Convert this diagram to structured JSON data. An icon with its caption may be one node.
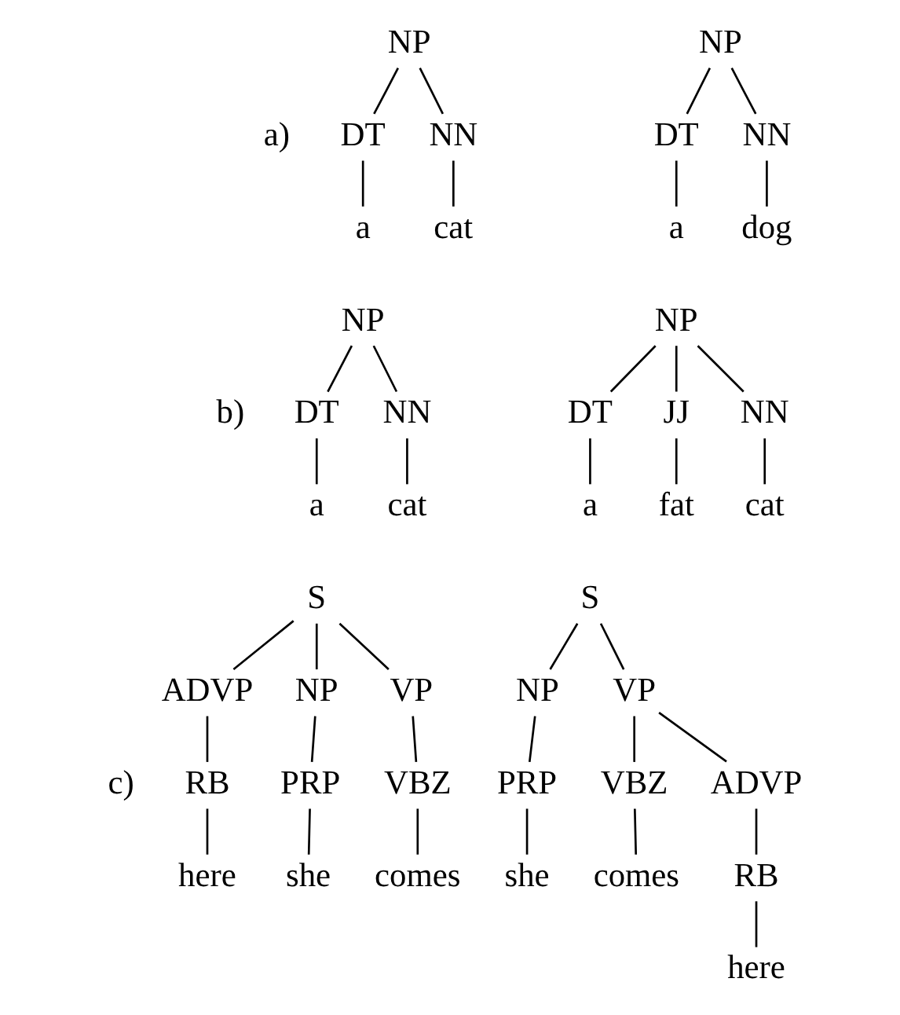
{
  "diagram": {
    "nodes": [
      {
        "text": [
          "NP"
        ]
      },
      {
        "text": [
          "DT"
        ]
      },
      {
        "text": [
          "NN"
        ]
      },
      {
        "text": [
          "a"
        ]
      },
      {
        "text": [
          "cat"
        ]
      },
      {
        "text": [
          "NP"
        ]
      },
      {
        "text": [
          "DT"
        ]
      },
      {
        "text": [
          "NN"
        ]
      },
      {
        "text": [
          "a"
        ]
      },
      {
        "text": [
          "dog"
        ]
      },
      {
        "text": [
          "NP"
        ]
      },
      {
        "text": [
          "DT"
        ]
      },
      {
        "text": [
          "NN"
        ]
      },
      {
        "text": [
          "a"
        ]
      },
      {
        "text": [
          "cat"
        ]
      },
      {
        "text": [
          "NP"
        ]
      },
      {
        "text": [
          "DT"
        ]
      },
      {
        "text": [
          "JJ"
        ]
      },
      {
        "text": [
          "NN"
        ]
      },
      {
        "text": [
          "a"
        ]
      },
      {
        "text": [
          "fat"
        ]
      },
      {
        "text": [
          "cat"
        ]
      },
      {
        "text": [
          "S"
        ]
      },
      {
        "text": [
          "ADVP"
        ]
      },
      {
        "text": [
          "NP"
        ]
      },
      {
        "text": [
          "VP"
        ]
      },
      {
        "text": [
          "RB"
        ]
      },
      {
        "text": [
          "PRP"
        ]
      },
      {
        "text": [
          "VBZ"
        ]
      },
      {
        "text": [
          "here"
        ]
      },
      {
        "text": [
          "she"
        ]
      },
      {
        "text": [
          "comes"
        ]
      },
      {
        "text": [
          "S"
        ]
      },
      {
        "text": [
          "NP"
        ]
      },
      {
        "text": [
          "VP"
        ]
      },
      {
        "text": [
          "PRP"
        ]
      },
      {
        "text": [
          "VBZ"
        ]
      },
      {
        "text": [
          "ADVP"
        ]
      },
      {
        "text": [
          "she"
        ]
      },
      {
        "text": [
          "comes"
        ]
      },
      {
        "text": [
          "RB"
        ]
      },
      {
        "text": [
          "here"
        ]
      }
    ],
    "edges": [
      {
        "from": 0,
        "to": 1,
        "arrow": "none"
      },
      {
        "from": 0,
        "to": 2,
        "arrow": "none"
      },
      {
        "from": 1,
        "to": 3,
        "arrow": "none"
      },
      {
        "from": 2,
        "to": 4,
        "arrow": "none"
      },
      {
        "from": 5,
        "to": 6,
        "arrow": "none"
      },
      {
        "from": 5,
        "to": 7,
        "arrow": "none"
      },
      {
        "from": 6,
        "to": 8,
        "arrow": "none"
      },
      {
        "from": 7,
        "to": 9,
        "arrow": "none"
      },
      {
        "from": 10,
        "to": 11,
        "arrow": "none"
      },
      {
        "from": 10,
        "to": 12,
        "arrow": "none"
      },
      {
        "from": 11,
        "to": 13,
        "arrow": "none"
      },
      {
        "from": 12,
        "to": 14,
        "arrow": "none"
      },
      {
        "from": 15,
        "to": 16,
        "arrow": "none"
      },
      {
        "from": 15,
        "to": 17,
        "arrow": "none"
      },
      {
        "from": 15,
        "to": 18,
        "arrow": "none"
      },
      {
        "from": 16,
        "to": 19,
        "arrow": "none"
      },
      {
        "from": 17,
        "to": 20,
        "arrow": "none"
      },
      {
        "from": 18,
        "to": 21,
        "arrow": "none"
      },
      {
        "from": 22,
        "to": 23,
        "arrow": "none"
      },
      {
        "from": 22,
        "to": 24,
        "arrow": "none"
      },
      {
        "from": 22,
        "to": 25,
        "arrow": "none"
      },
      {
        "from": 23,
        "to": 26,
        "arrow": "none"
      },
      {
        "from": 24,
        "to": 27,
        "arrow": "none"
      },
      {
        "from": 25,
        "to": 28,
        "arrow": "none"
      },
      {
        "from": 26,
        "to": 29,
        "arrow": "none"
      },
      {
        "from": 27,
        "to": 30,
        "arrow": "none"
      },
      {
        "from": 28,
        "to": 31,
        "arrow": "none"
      },
      {
        "from": 32,
        "to": 33,
        "arrow": "none"
      },
      {
        "from": 32,
        "to": 34,
        "arrow": "none"
      },
      {
        "from": 33,
        "to": 35,
        "arrow": "none"
      },
      {
        "from": 34,
        "to": 36,
        "arrow": "none"
      },
      {
        "from": 34,
        "to": 37,
        "arrow": "none"
      },
      {
        "from": 35,
        "to": 38,
        "arrow": "none"
      },
      {
        "from": 36,
        "to": 39,
        "arrow": "none"
      },
      {
        "from": 37,
        "to": 40,
        "arrow": "none"
      },
      {
        "from": 40,
        "to": 41,
        "arrow": "none"
      }
    ],
    "labels": [
      "a)",
      "b)",
      "c)"
    ]
  }
}
